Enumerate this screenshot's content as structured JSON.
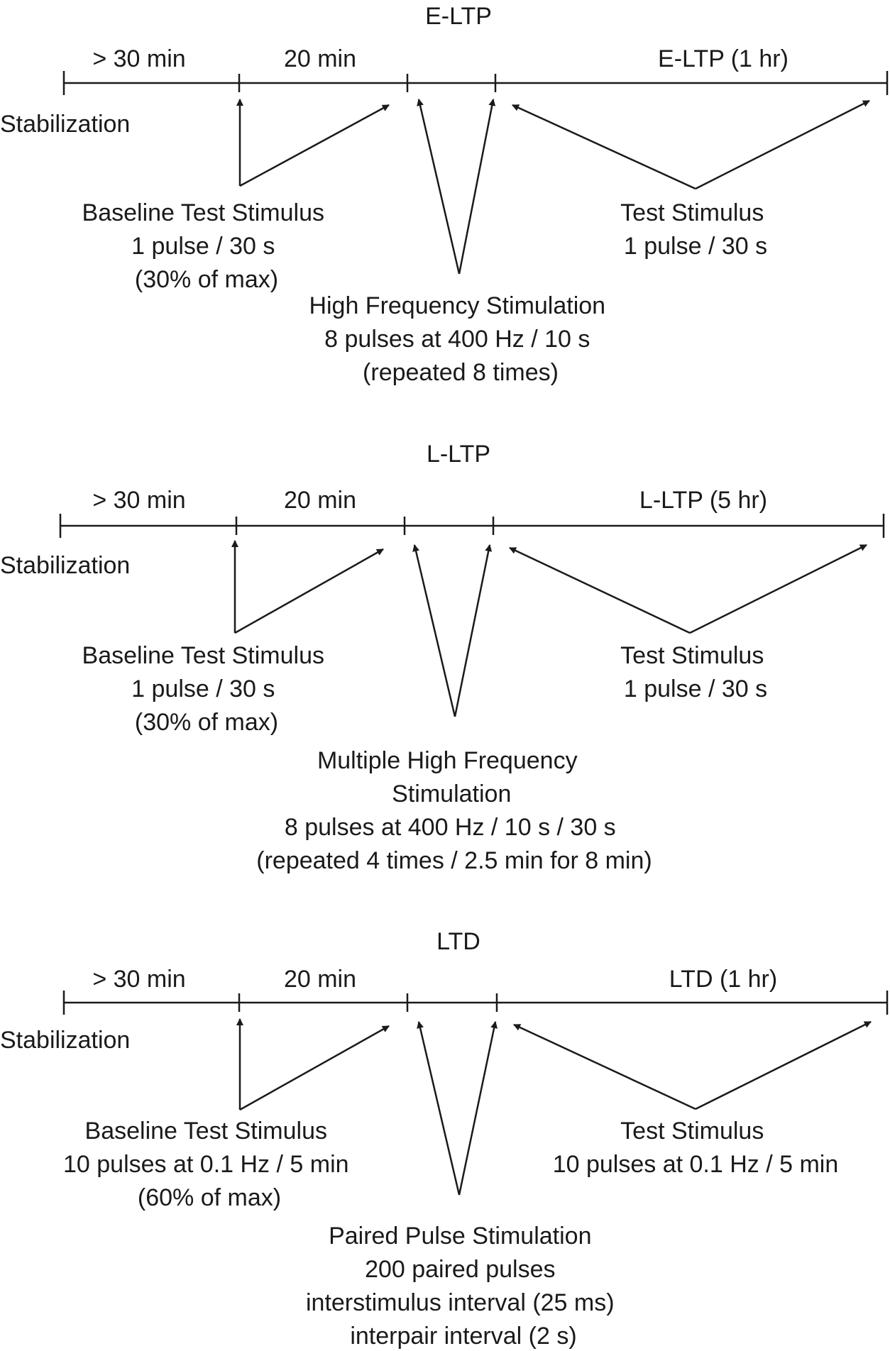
{
  "panels": [
    {
      "id": "eltp",
      "title": "E-LTP",
      "seg_stabilization": "> 30 min",
      "seg_baseline": "20 min",
      "seg_post": "E-LTP (1 hr)",
      "side_label": "Stabilization",
      "baseline": [
        "Baseline Test Stimulus",
        "1 pulse / 30 s",
        "(30% of max)"
      ],
      "test": [
        "Test Stimulus",
        "1 pulse / 30 s"
      ],
      "induction": [
        "High Frequency Stimulation",
        "8 pulses at 400 Hz / 10 s",
        "(repeated 8 times)"
      ]
    },
    {
      "id": "lltp",
      "title": "L-LTP",
      "seg_stabilization": "> 30 min",
      "seg_baseline": "20 min",
      "seg_post": "L-LTP (5 hr)",
      "side_label": "Stabilization",
      "baseline": [
        "Baseline Test Stimulus",
        "1 pulse / 30 s",
        "(30% of max)"
      ],
      "test": [
        "Test Stimulus",
        "1 pulse / 30 s"
      ],
      "induction": [
        "Multiple High Frequency",
        "Stimulation",
        "8 pulses at 400 Hz / 10 s / 30 s",
        "(repeated 4 times / 2.5 min for 8 min)"
      ]
    },
    {
      "id": "ltd",
      "title": "LTD",
      "seg_stabilization": "> 30 min",
      "seg_baseline": "20 min",
      "seg_post": "LTD (1 hr)",
      "side_label": "Stabilization",
      "baseline": [
        "Baseline Test Stimulus",
        "10 pulses at 0.1 Hz / 5 min",
        "(60% of max)"
      ],
      "test": [
        "Test Stimulus",
        "10 pulses at 0.1 Hz / 5 min"
      ],
      "induction": [
        "Paired Pulse Stimulation",
        "200 paired pulses",
        "interstimulus interval (25 ms)",
        "interpair interval (2 s)"
      ]
    }
  ]
}
